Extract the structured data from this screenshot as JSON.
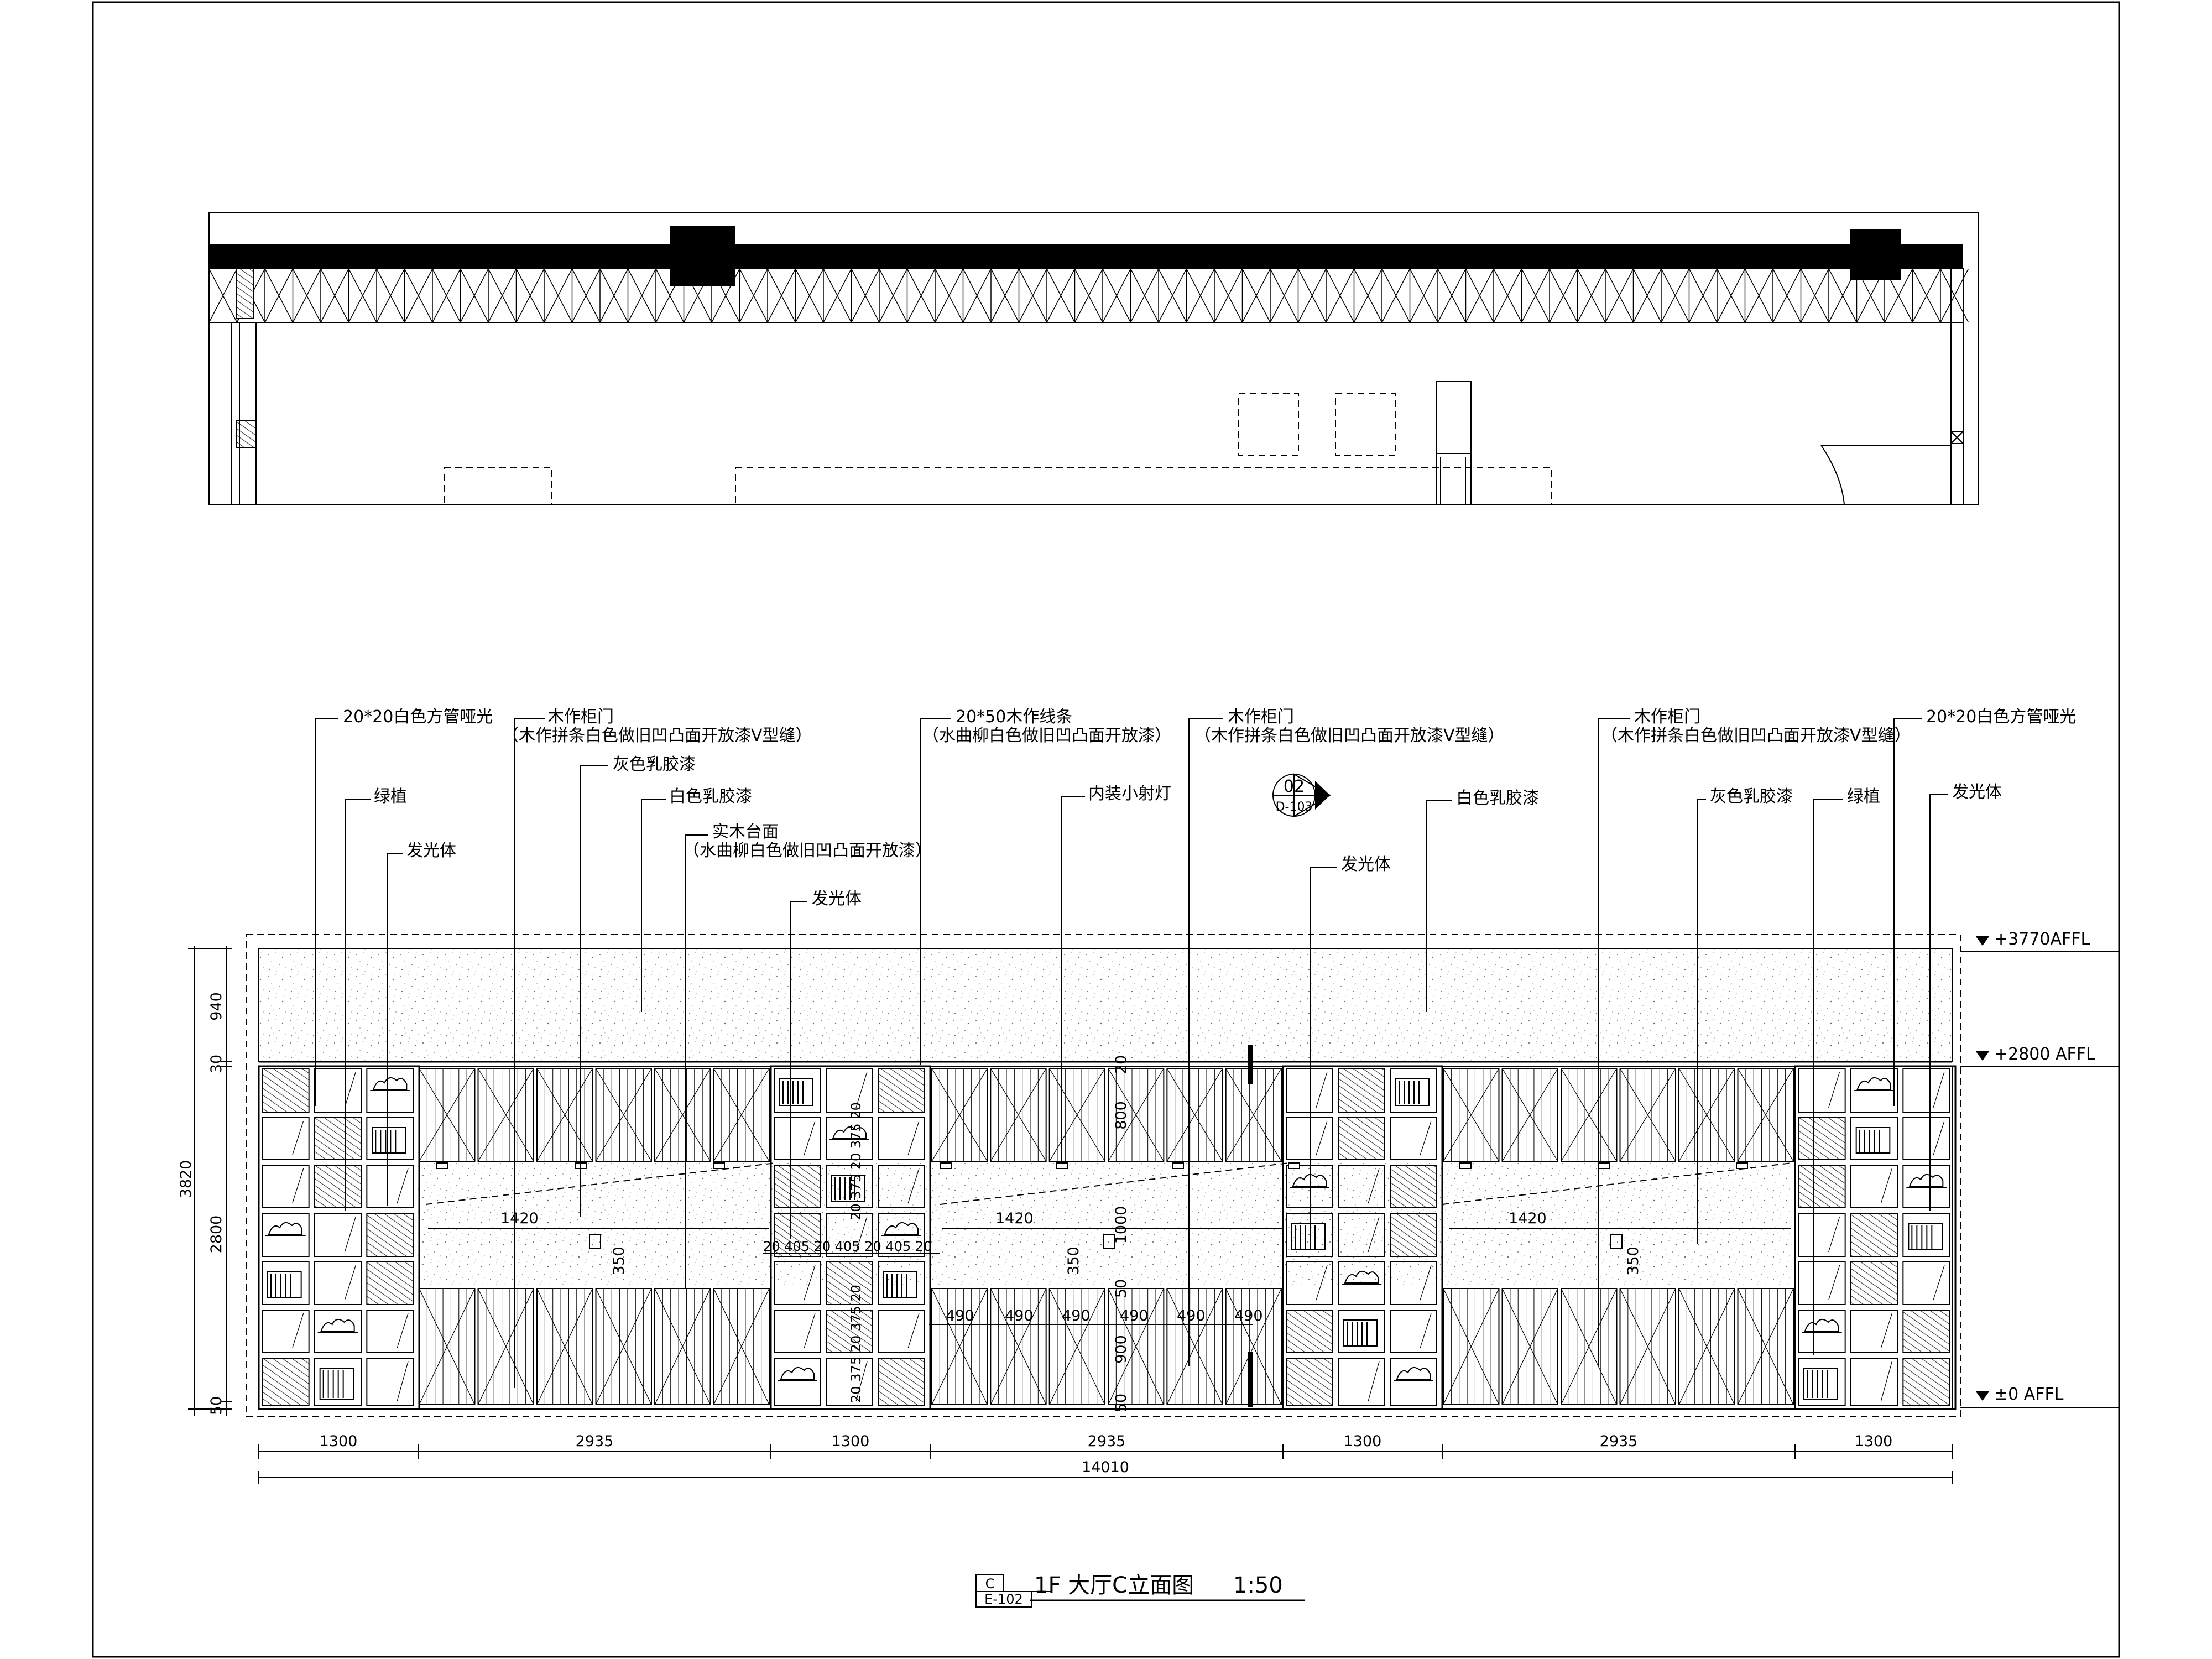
{
  "title": {
    "id": "C",
    "ref": "E-102",
    "text": "1F 大厅C立面图",
    "scale": "1:50"
  },
  "section_callout": {
    "id": "02",
    "ref": "D-103"
  },
  "callouts": [
    {
      "lines": [
        "20*20白色方管哑光"
      ]
    },
    {
      "lines": [
        "木作柜门",
        "（木作拼条白色做旧凹凸面开放漆V型缝）"
      ]
    },
    {
      "lines": [
        "绿植"
      ]
    },
    {
      "lines": [
        "灰色乳胶漆"
      ]
    },
    {
      "lines": [
        "发光体"
      ]
    },
    {
      "lines": [
        "白色乳胶漆"
      ]
    },
    {
      "lines": [
        "实木台面",
        "（水曲柳白色做旧凹凸面开放漆）"
      ]
    },
    {
      "lines": [
        "发光体"
      ]
    },
    {
      "lines": [
        "20*50木作线条",
        "（水曲柳白色做旧凹凸面开放漆）"
      ]
    },
    {
      "lines": [
        "内装小射灯"
      ]
    },
    {
      "lines": [
        "木作柜门",
        "（木作拼条白色做旧凹凸面开放漆V型缝）"
      ]
    },
    {
      "lines": [
        "发光体"
      ]
    },
    {
      "lines": [
        "白色乳胶漆"
      ]
    },
    {
      "lines": [
        "木作柜门",
        "（木作拼条白色做旧凹凸面开放漆V型缝）"
      ]
    },
    {
      "lines": [
        "灰色乳胶漆"
      ]
    },
    {
      "lines": [
        "绿植"
      ]
    },
    {
      "lines": [
        "20*20白色方管哑光"
      ]
    },
    {
      "lines": [
        "发光体"
      ]
    }
  ],
  "levels": [
    "+3770AFFL",
    "+2800   AFFL",
    "±0  AFFL"
  ],
  "vertical_dims": [
    "940",
    "30",
    "2800",
    "50",
    "3820"
  ],
  "bottom_dims": [
    "1300",
    "2935",
    "1300",
    "2935",
    "1300",
    "2935",
    "1300"
  ],
  "overall_dim": "14010",
  "inner_dims": {
    "span_1420": "1420",
    "d350": "350",
    "d1000": "1000",
    "d800": "800",
    "d900": "900",
    "d50": "50",
    "d20a": "20",
    "counter_dims": "20 405 20 405 20 405 20",
    "stack_top": "20 375 20 375 20",
    "stack_bottom": "20 375 20 375 20",
    "door_widths": [
      "490",
      "490",
      "490",
      "490",
      "490",
      "490"
    ]
  }
}
